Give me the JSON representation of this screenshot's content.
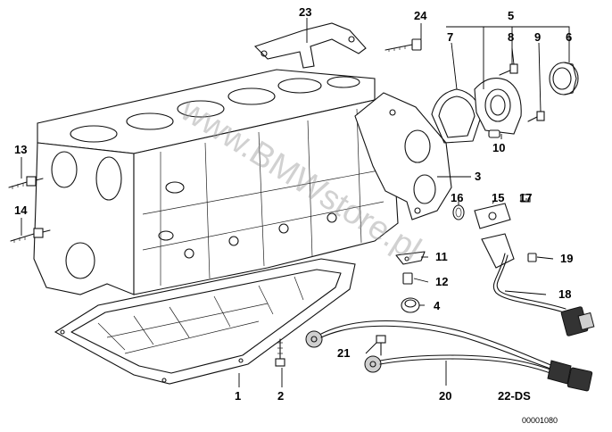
{
  "diagram": {
    "code": "22-DS",
    "image_id": "00001080",
    "watermark": "www.BMWstore.pl",
    "callouts": {
      "c1": "1",
      "c2": "2",
      "c3": "3",
      "c4": "4",
      "c5": "5",
      "c6": "6",
      "c7": "7",
      "c8": "8",
      "c9": "9",
      "c10": "10",
      "c11": "11",
      "c12": "12",
      "c13": "13",
      "c14": "14",
      "c15": "15",
      "c16": "16",
      "c17": "17",
      "c18": "18",
      "c19": "19",
      "c20": "20",
      "c21": "21",
      "c23": "23",
      "c24": "24"
    }
  }
}
